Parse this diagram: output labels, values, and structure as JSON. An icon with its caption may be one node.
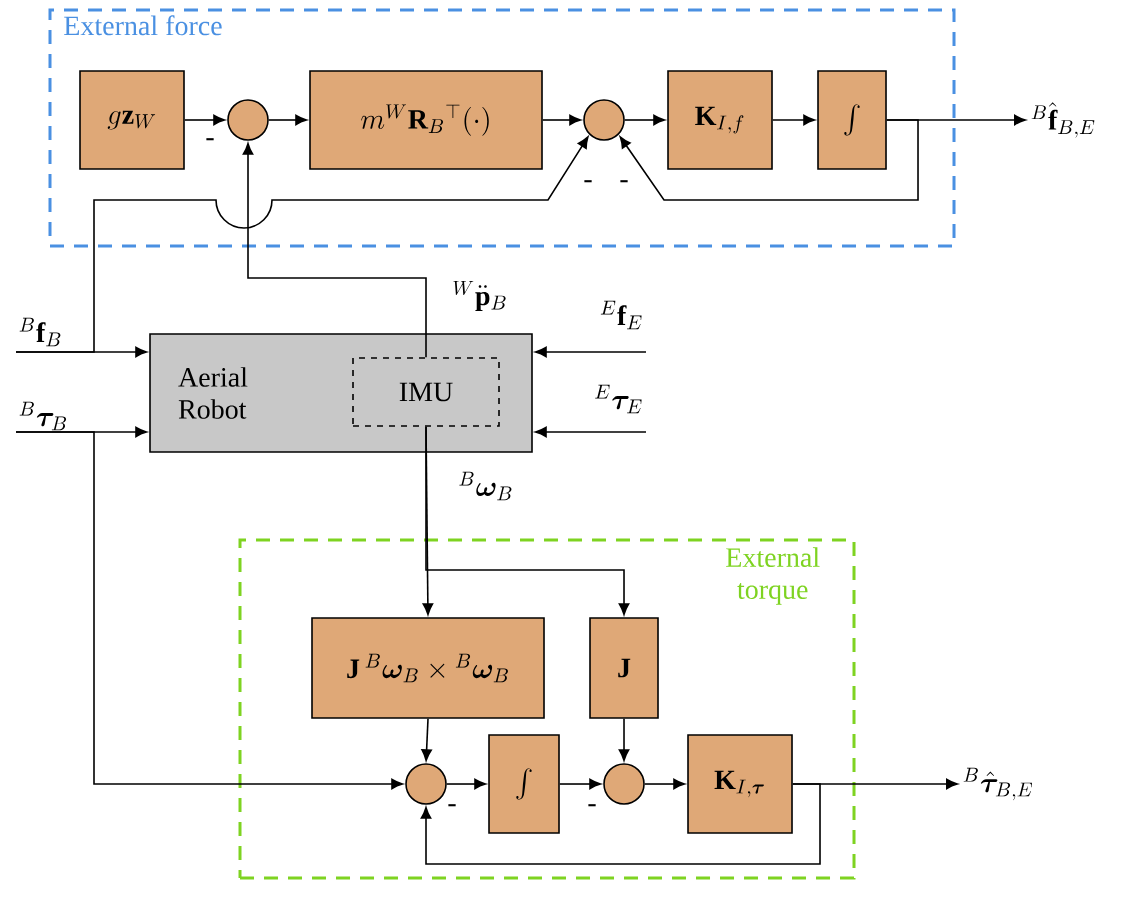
{
  "diagram": {
    "nodes": [
      {
        "text": [
          "External force"
        ]
      },
      {
        "text": [
          "g\\mathbf{z}_W"
        ],
        "in": 0
      },
      {
        "text": [],
        "shape": "circle",
        "in": 0
      },
      {
        "text": [
          "m^W\\mathbf{R}_B{}^{\\top}(\\cdot)"
        ],
        "in": 0
      },
      {
        "text": [],
        "shape": "circle",
        "in": 0
      },
      {
        "text": [
          "\\mathbf{K}_{I,f}"
        ],
        "in": 0
      },
      {
        "text": [
          "\\int"
        ],
        "in": 0
      },
      {
        "text": [
          "{}^B\\hat{\\mathbf{f}}_{B,E}"
        ]
      },
      {
        "text": [
          "Aerial Robot"
        ]
      },
      {
        "text": [
          "IMU"
        ],
        "in": 8
      },
      {
        "text": [
          "{}^B\\mathbf{f}_B"
        ]
      },
      {
        "text": [
          "{}^B\\boldsymbol{\\tau}_B"
        ]
      },
      {
        "text": [
          "{}^E\\mathbf{f}_E"
        ]
      },
      {
        "text": [
          "{}^E\\boldsymbol{\\tau}_E"
        ]
      },
      {
        "text": [
          "External torque"
        ]
      },
      {
        "text": [
          "\\mathbf{J}\\,{}^B\\boldsymbol{\\omega}_B\\times{}^B\\boldsymbol{\\omega}_B"
        ],
        "in": 14
      },
      {
        "text": [
          "\\mathbf{J}"
        ],
        "in": 14
      },
      {
        "text": [],
        "shape": "circle",
        "in": 14
      },
      {
        "text": [
          "\\int"
        ],
        "in": 14
      },
      {
        "text": [],
        "shape": "circle",
        "in": 14
      },
      {
        "text": [
          "\\mathbf{K}_{I,\\boldsymbol{\\tau}}"
        ],
        "in": 14
      },
      {
        "text": [
          "{}^B\\hat{\\boldsymbol{\\tau}}_{B,E}"
        ]
      }
    ],
    "edges": [
      {
        "from": 1,
        "to": 2,
        "arrow": "to",
        "label": "-"
      },
      {
        "from": 2,
        "to": 3,
        "arrow": "to"
      },
      {
        "from": 3,
        "to": 4,
        "arrow": "to"
      },
      {
        "from": 4,
        "to": 5,
        "arrow": "to"
      },
      {
        "from": 5,
        "to": 6,
        "arrow": "to"
      },
      {
        "from": 6,
        "to": 7,
        "arrow": "to"
      },
      {
        "from": 6,
        "to": 4,
        "arrow": "to",
        "label": "-"
      },
      {
        "from": 10,
        "to": 8,
        "arrow": "to"
      },
      {
        "from": 10,
        "to": 4,
        "arrow": "to",
        "label": "-"
      },
      {
        "from": 11,
        "to": 8,
        "arrow": "to"
      },
      {
        "from": 11,
        "to": 17,
        "arrow": "to"
      },
      {
        "from": 12,
        "to": 8,
        "arrow": "to"
      },
      {
        "from": 13,
        "to": 8,
        "arrow": "to"
      },
      {
        "from": 9,
        "to": 2,
        "arrow": "to",
        "label": "{}^W\\ddot{\\mathbf{p}}_B"
      },
      {
        "from": 9,
        "to": 15,
        "arrow": "to",
        "label": "{}^B\\boldsymbol{\\omega}_B"
      },
      {
        "from": 9,
        "to": 16,
        "arrow": "to"
      },
      {
        "from": 15,
        "to": 17,
        "arrow": "to"
      },
      {
        "from": 16,
        "to": 19,
        "arrow": "to"
      },
      {
        "from": 17,
        "to": 18,
        "arrow": "to"
      },
      {
        "from": 18,
        "to": 19,
        "arrow": "to",
        "label": "-"
      },
      {
        "from": 19,
        "to": 20,
        "arrow": "to"
      },
      {
        "from": 20,
        "to": 21,
        "arrow": "to"
      },
      {
        "from": 20,
        "to": 17,
        "arrow": "to",
        "label": "-"
      }
    ]
  }
}
